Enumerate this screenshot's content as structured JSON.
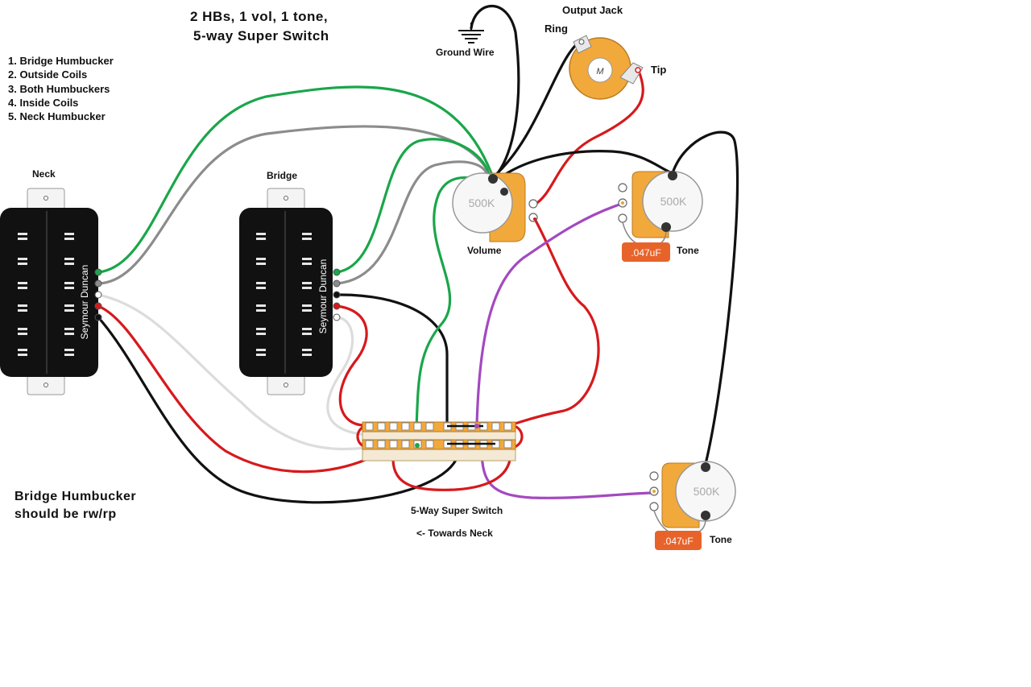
{
  "header": {
    "title_line1": "2 HBs, 1 vol, 1 tone,",
    "title_line2": "5-way Super Switch"
  },
  "positions": [
    "1. Bridge Humbucker",
    "2. Outside Coils",
    "3. Both Humbuckers",
    "4. Inside Coils",
    "5. Neck Humbucker"
  ],
  "pickups": {
    "neck_label": "Neck",
    "bridge_label": "Bridge",
    "brand": "Seymour Duncan"
  },
  "note": {
    "line1": "Bridge Humbucker",
    "line2": "should be rw/rp"
  },
  "jack": {
    "title": "Output Jack",
    "ring": "Ring",
    "tip": "Tip",
    "mark": "M"
  },
  "ground": {
    "label": "Ground Wire"
  },
  "volume": {
    "value": "500K",
    "label": "Volume"
  },
  "tone1": {
    "value": "500K",
    "label": "Tone",
    "cap": ".047uF"
  },
  "tone2": {
    "value": "500K",
    "label": "Tone",
    "cap": ".047uF"
  },
  "switch": {
    "label": "5-Way Super Switch",
    "direction": "<- Towards Neck"
  },
  "colors": {
    "green": "#1aa64a",
    "gray": "#8c8c8c",
    "white": "#dcdcdc",
    "red": "#d7191c",
    "black": "#111111",
    "purple": "#a349c0",
    "pot_body": "#f2a93b",
    "cap": "#e8632a"
  }
}
